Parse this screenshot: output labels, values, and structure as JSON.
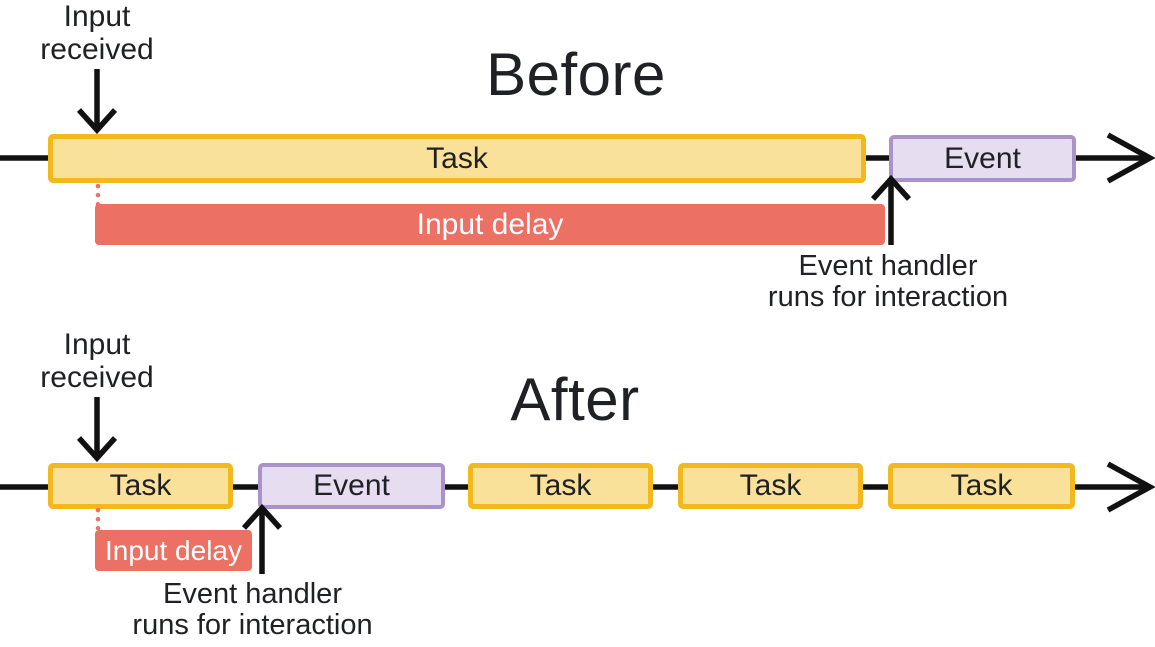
{
  "colors": {
    "task_fill": "#FAE199",
    "task_border": "#F2B91F",
    "event_fill": "#E6DDF0",
    "event_border": "#AC92CA",
    "delay_fill": "#ED7064",
    "delay_text": "#FFFFFF",
    "text": "#202124",
    "arrow": "#111111"
  },
  "before": {
    "title": "Before",
    "input_received": [
      "Input",
      "received"
    ],
    "task_label": "Task",
    "event_label": "Event",
    "input_delay_label": "Input delay",
    "event_handler": [
      "Event handler",
      "runs for interaction"
    ]
  },
  "after": {
    "title": "After",
    "input_received": [
      "Input",
      "received"
    ],
    "segments": [
      {
        "type": "task",
        "label": "Task"
      },
      {
        "type": "event",
        "label": "Event"
      },
      {
        "type": "task",
        "label": "Task"
      },
      {
        "type": "task",
        "label": "Task"
      },
      {
        "type": "task",
        "label": "Task"
      }
    ],
    "input_delay_label": "Input delay",
    "event_handler": [
      "Event handler",
      "runs for interaction"
    ]
  }
}
